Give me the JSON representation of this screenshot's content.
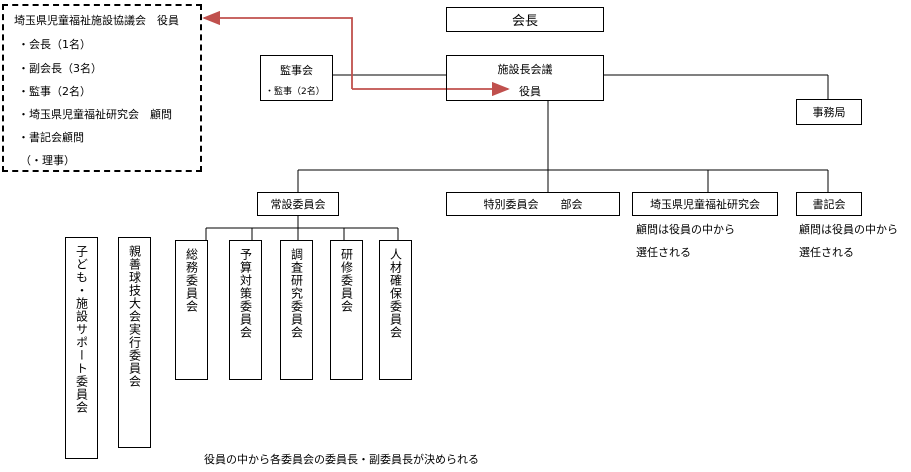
{
  "officers_box": {
    "title": "埼玉県児童福祉施設協議会　役員",
    "items": [
      "・会長（1名）",
      "・副会長（3名）",
      "・監事（2名）",
      "・埼玉県児童福祉研究会　顧問",
      "・書記会顧問",
      "（・理事）"
    ]
  },
  "president": "会長",
  "auditors": {
    "title": "監事会",
    "sub": "・監事（2名）"
  },
  "directors_meeting": {
    "title": "施設長会議",
    "sub": "役員"
  },
  "secretariat": "事務局",
  "standing_committee": "常設委員会",
  "special_committee": "特別委員会　　部会",
  "research_society": {
    "title": "埼玉県児童福祉研究会",
    "note": [
      "顧問は役員の中から",
      "選任される"
    ]
  },
  "clerk_meeting": {
    "title": "書記会",
    "note": [
      "顧問は役員の中から",
      "選任される"
    ]
  },
  "standing_subcommittees": [
    "総務委員会",
    "予算対策委員会",
    "調査研究委員会",
    "研修委員会",
    "人材確保委員会"
  ],
  "other_committees": [
    "子ども・施設サポート委員会",
    "親善球技大会実行委員会"
  ],
  "footer_note": "役員の中から各委員会の委員長・副委員長が決められる",
  "colors": {
    "arrow": "#c0504d",
    "line": "#000000"
  }
}
